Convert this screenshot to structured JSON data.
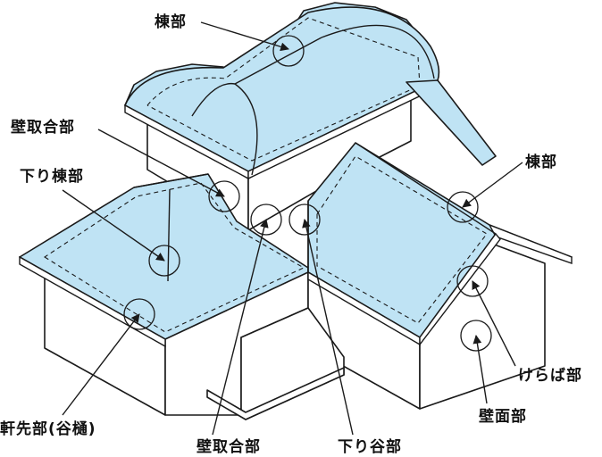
{
  "colors": {
    "roof": "#bfe3f4",
    "wall": "#ffffff",
    "outline": "#1a1a1a"
  },
  "labels": {
    "ridge_top": "棟部",
    "wall_joint_upper": "壁取合部",
    "hip_ridge": "下り棟部",
    "ridge_right": "棟部",
    "eaves_gutter": "軒先部(谷樋)",
    "wall_joint_lower": "壁取合部",
    "valley": "下り谷部",
    "verge": "けらば部",
    "wall_surface": "壁面部"
  }
}
